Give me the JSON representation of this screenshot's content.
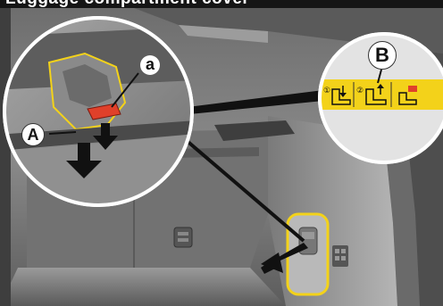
{
  "header": {
    "title": "Luggage compartment cover"
  },
  "callouts": {
    "A": "A",
    "a": "a",
    "B": "B"
  },
  "legend_panel": {
    "step1": "①",
    "step2": "②"
  },
  "colors": {
    "title_bar": "#151515",
    "yellow_accent": "#f3d21a",
    "red_handle": "#e0402a",
    "arrow": "#111111",
    "photo_dark": "#4a4a4a",
    "photo_mid": "#8c8c8c",
    "photo_light": "#c9c9c9"
  },
  "icons": [
    "unlock-cover-icon",
    "lift-cover-icon",
    "cover-indicator-icon",
    "down-arrow-icon",
    "switch-arrow-icon"
  ]
}
